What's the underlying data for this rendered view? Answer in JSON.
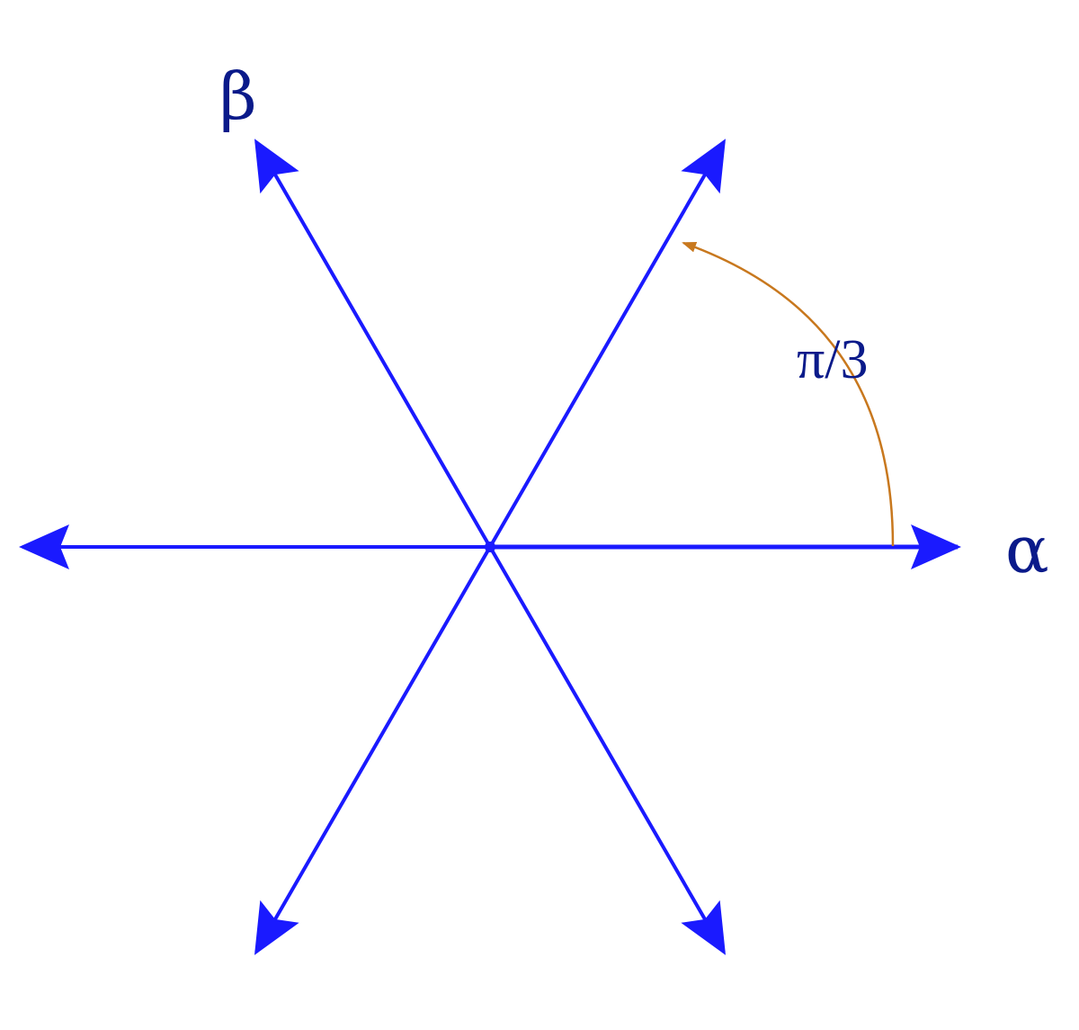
{
  "diagram": {
    "labels": {
      "alpha": "α",
      "beta": "β",
      "angle": "π/3"
    },
    "roots": [
      {
        "name": "alpha",
        "angle_deg": 0
      },
      {
        "name": "alpha-plus-beta",
        "angle_deg": 60
      },
      {
        "name": "beta",
        "angle_deg": 120
      },
      {
        "name": "minus-alpha",
        "angle_deg": 180
      },
      {
        "name": "minus-alpha-minus-beta",
        "angle_deg": 240
      },
      {
        "name": "minus-beta",
        "angle_deg": 300
      }
    ],
    "colors": {
      "axis": "#1a1aff",
      "arc": "#c8781e",
      "text": "#0a1a8a"
    }
  }
}
